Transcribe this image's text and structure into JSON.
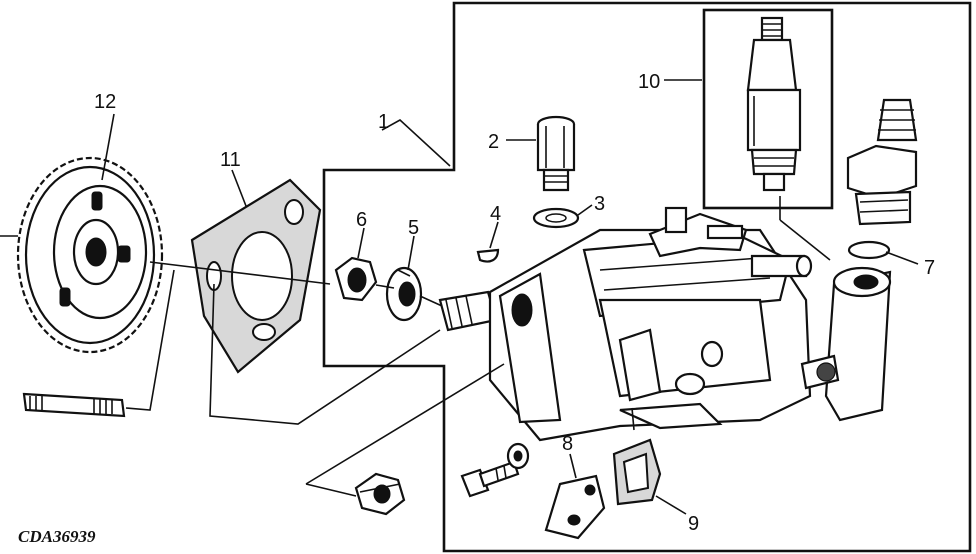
{
  "diagram": {
    "code": "CDA36939",
    "callouts": {
      "c1": "1",
      "c2": "2",
      "c3": "3",
      "c4": "4",
      "c5": "5",
      "c6": "6",
      "c7": "7",
      "c8": "8",
      "c9": "9",
      "c10": "10",
      "c11": "11",
      "c12": "12"
    }
  }
}
